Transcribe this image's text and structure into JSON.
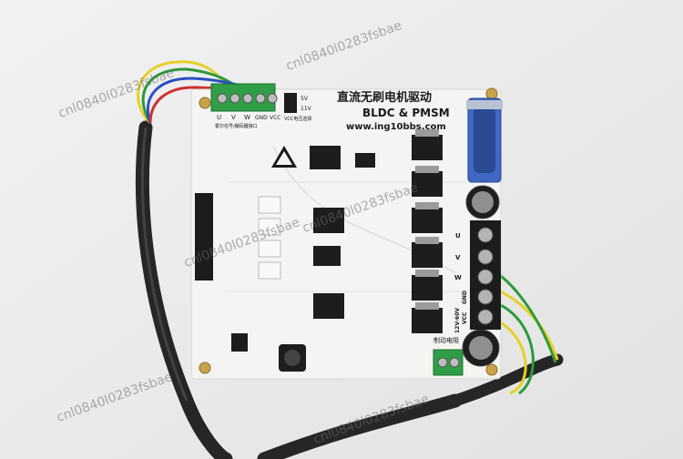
{
  "board": {
    "title_cn": "直流无刷电机驱动",
    "subtitle": "BLDC & PMSM",
    "url": "www.ing10bbs.com"
  },
  "connectors": {
    "top_header_labels": [
      "U",
      "V",
      "W",
      "GND",
      "VCC"
    ],
    "top_header_note": "霍尔信号/编码器接口",
    "jumper_labels": [
      "5V",
      "11V"
    ],
    "jumper_note": "VCC电压选择",
    "motor_terminal_labels": [
      "U",
      "V",
      "W",
      "GND",
      "VCC"
    ],
    "power_range": "12V-60V",
    "brake_label": "制动电阻"
  },
  "watermark": "cnl0840l0283fsbae",
  "colors": {
    "pcb": "#f4f4f2",
    "terminal_green": "#2f9e47",
    "terminal_black": "#1c1c1c",
    "wire_yellow": "#e8cf2a",
    "wire_green": "#2c9a3a",
    "wire_blue": "#2a4fc4",
    "wire_red": "#d03030",
    "db9_blue": "#3f68c4"
  }
}
